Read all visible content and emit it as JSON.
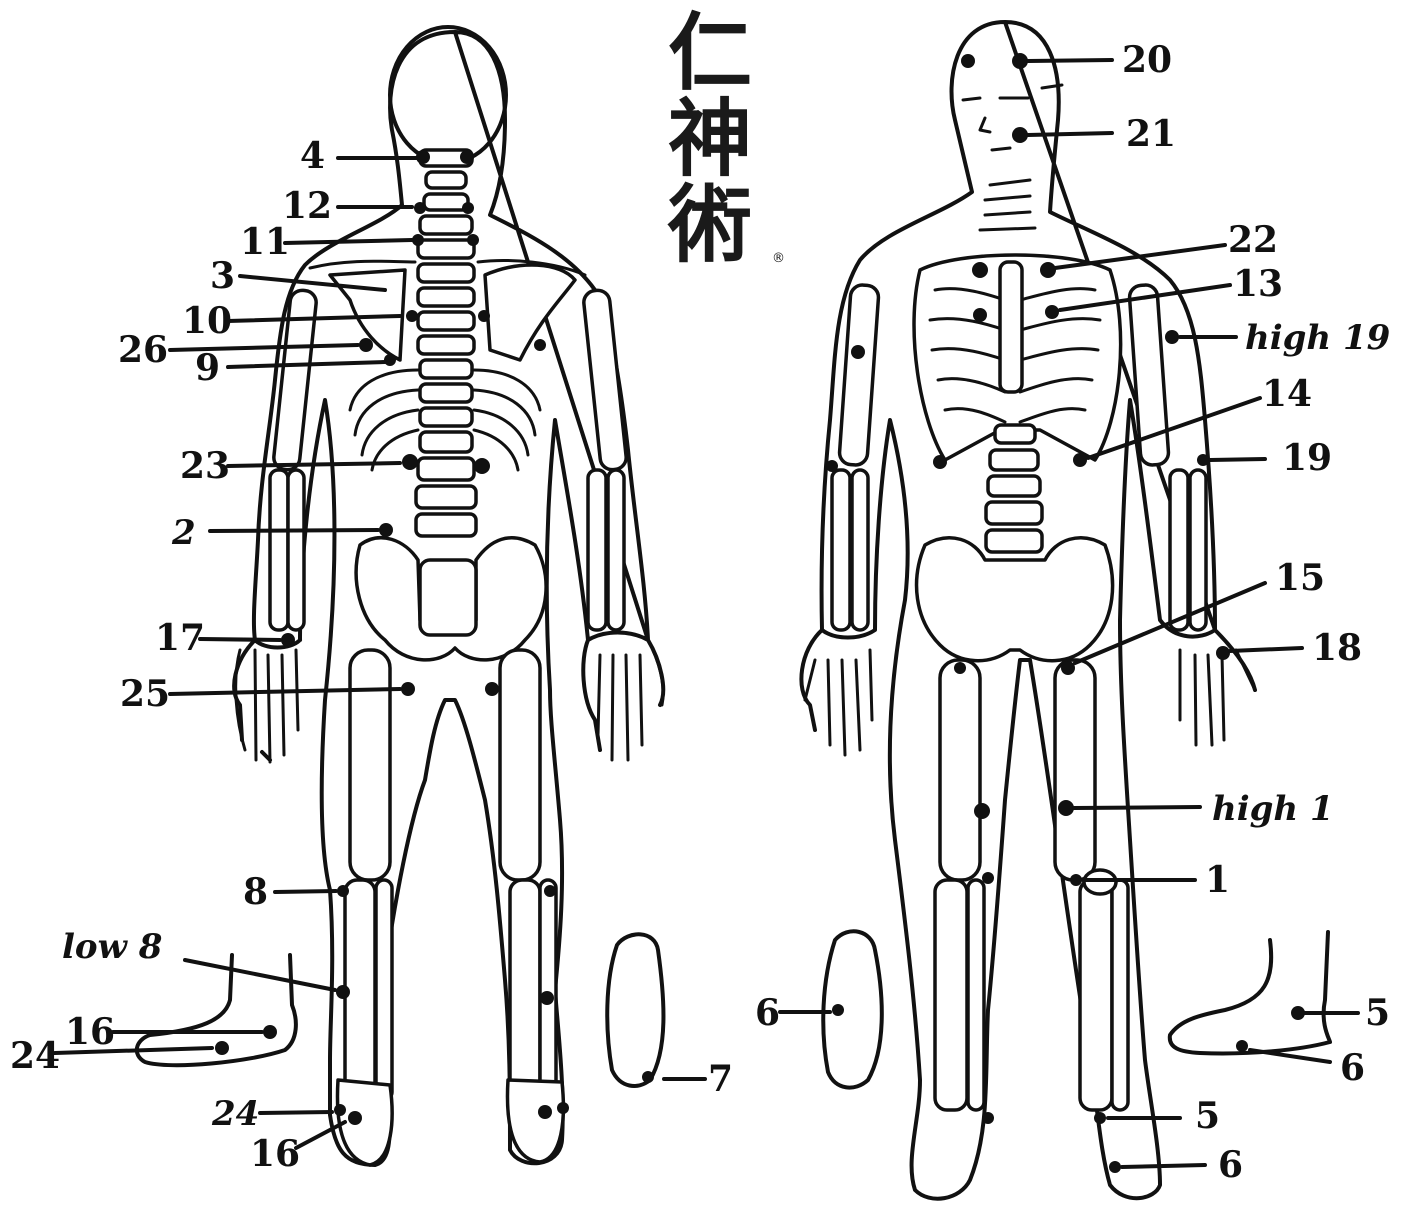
{
  "logo": {
    "characters": [
      "仁",
      "神",
      "術"
    ],
    "registered_mark": "®"
  },
  "back_view": {
    "labels": [
      {
        "id": "4",
        "text": "4"
      },
      {
        "id": "12",
        "text": "12"
      },
      {
        "id": "11",
        "text": "11"
      },
      {
        "id": "3",
        "text": "3"
      },
      {
        "id": "10",
        "text": "10"
      },
      {
        "id": "26",
        "text": "26"
      },
      {
        "id": "9",
        "text": "9"
      },
      {
        "id": "23",
        "text": "23"
      },
      {
        "id": "2",
        "text": "2"
      },
      {
        "id": "17",
        "text": "17"
      },
      {
        "id": "25",
        "text": "25"
      },
      {
        "id": "8",
        "text": "8"
      },
      {
        "id": "low8",
        "text": "low 8"
      },
      {
        "id": "16a",
        "text": "16"
      },
      {
        "id": "24a",
        "text": "24"
      },
      {
        "id": "24b",
        "text": "24"
      },
      {
        "id": "16b",
        "text": "16"
      },
      {
        "id": "7",
        "text": "7"
      }
    ]
  },
  "front_view": {
    "labels": [
      {
        "id": "20",
        "text": "20"
      },
      {
        "id": "21",
        "text": "21"
      },
      {
        "id": "22",
        "text": "22"
      },
      {
        "id": "13",
        "text": "13"
      },
      {
        "id": "high19",
        "text": "high 19"
      },
      {
        "id": "14",
        "text": "14"
      },
      {
        "id": "19",
        "text": "19"
      },
      {
        "id": "15",
        "text": "15"
      },
      {
        "id": "18",
        "text": "18"
      },
      {
        "id": "high1",
        "text": "high 1"
      },
      {
        "id": "1",
        "text": "1"
      },
      {
        "id": "6a",
        "text": "6"
      },
      {
        "id": "5a",
        "text": "5"
      },
      {
        "id": "6b",
        "text": "6"
      },
      {
        "id": "5b",
        "text": "5"
      },
      {
        "id": "6c",
        "text": "6"
      }
    ]
  }
}
